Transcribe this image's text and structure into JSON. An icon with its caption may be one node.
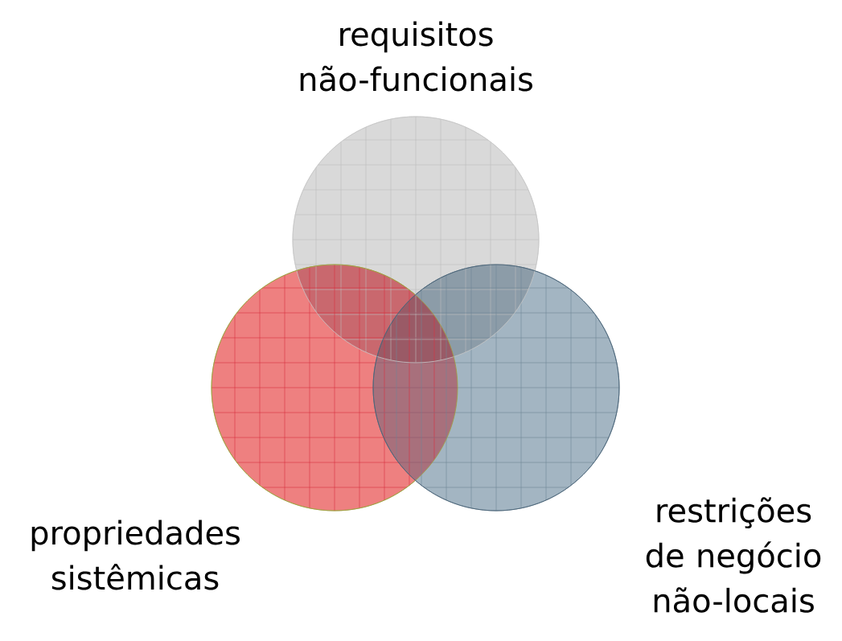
{
  "diagram": {
    "nodes": [
      {
        "text": [
          "requisitos não-funcionais"
        ]
      },
      {
        "text": [
          "propriedades sistêmicas"
        ]
      },
      {
        "text": [
          "restrições de negócio não-locais"
        ]
      }
    ]
  }
}
